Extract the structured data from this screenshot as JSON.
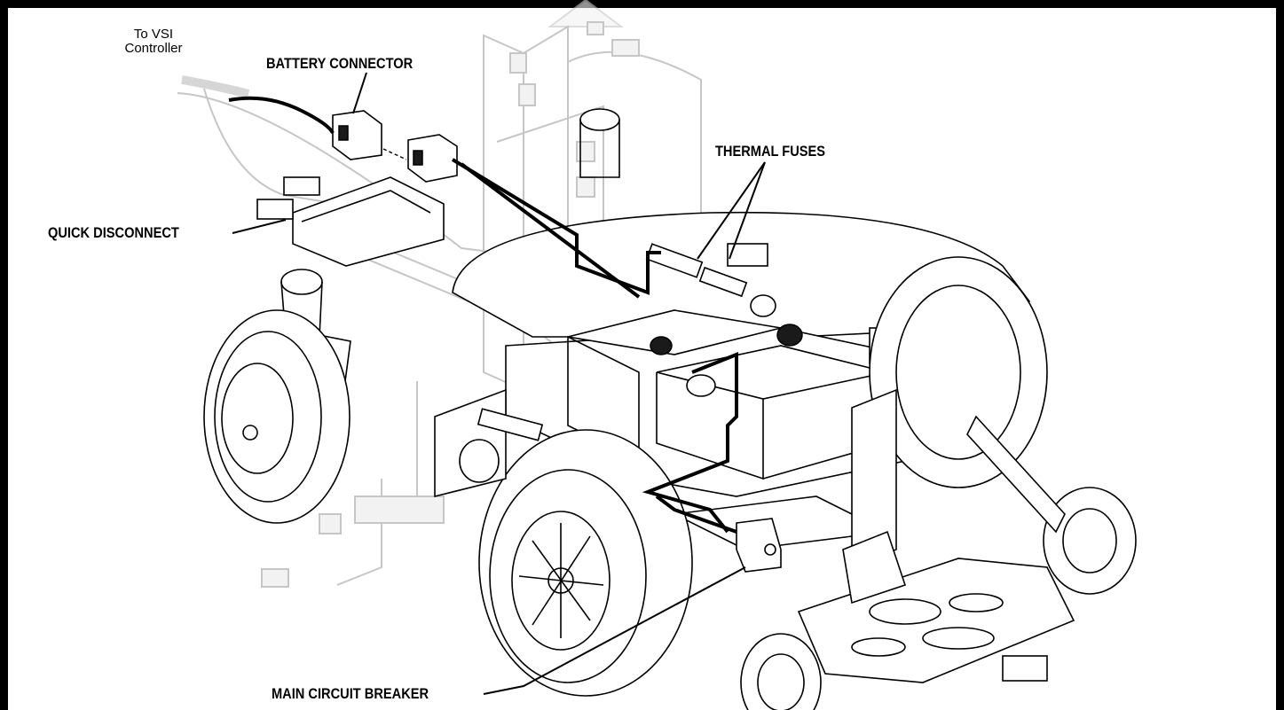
{
  "diagram": {
    "labels": {
      "vsi_note": "To VSI\nController",
      "battery_connector": "BATTERY  CONNECTOR",
      "thermal_fuses": "THERMAL FUSES",
      "quick_disconnect": "QUICK DISCONNECT",
      "main_circuit_breaker": "MAIN CIRCUIT BREAKER"
    },
    "colors": {
      "line": "#000000",
      "ghost": "#c6c6c6",
      "background": "#ffffff"
    }
  }
}
